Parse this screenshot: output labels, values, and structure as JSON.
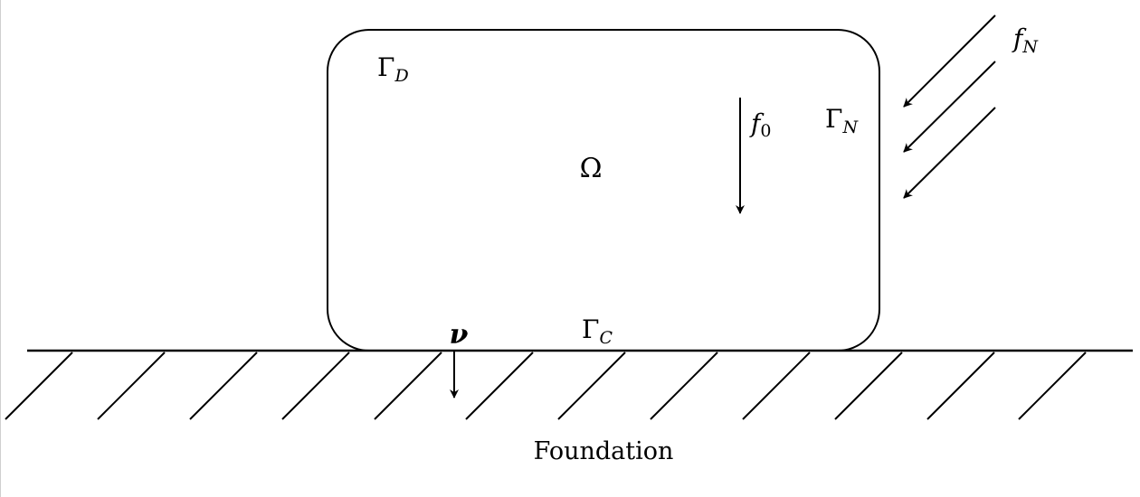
{
  "labels": {
    "domain": "Ω",
    "dirichlet": {
      "base": "Γ",
      "sub": "D"
    },
    "neumann": {
      "base": "Γ",
      "sub": "N"
    },
    "contact": {
      "base": "Γ",
      "sub": "C"
    },
    "body_force": {
      "base": "f",
      "sub": "0"
    },
    "surface_traction": {
      "base": "f",
      "sub": "N"
    },
    "normal": "ν",
    "foundation": "Foundation"
  }
}
